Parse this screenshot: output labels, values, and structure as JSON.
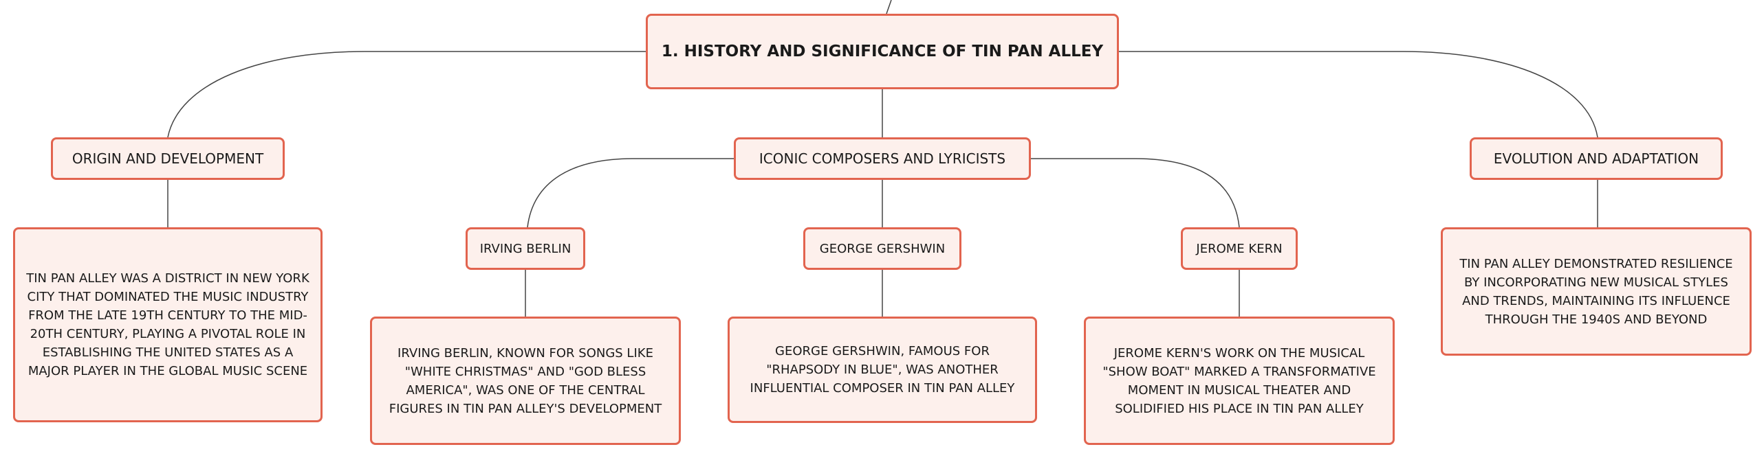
{
  "colors": {
    "border": "#e2644f",
    "fill": "#fdf0ec",
    "connector": "#444444"
  },
  "root": {
    "title": "1. HISTORY AND SIGNIFICANCE OF TIN PAN ALLEY"
  },
  "branches": {
    "origin": {
      "label": "ORIGIN AND DEVELOPMENT",
      "detail": "TIN PAN ALLEY WAS A DISTRICT IN NEW YORK CITY THAT DOMINATED THE MUSIC INDUSTRY FROM THE LATE 19TH CENTURY TO THE MID-20TH CENTURY, PLAYING A PIVOTAL ROLE IN ESTABLISHING THE UNITED STATES AS A MAJOR PLAYER IN THE GLOBAL MUSIC SCENE"
    },
    "composers": {
      "label": "ICONIC COMPOSERS AND LYRICISTS",
      "berlin": {
        "label": "IRVING BERLIN",
        "detail": "IRVING BERLIN, KNOWN FOR SONGS LIKE \"WHITE CHRISTMAS\" AND \"GOD BLESS AMERICA\", WAS ONE OF THE CENTRAL FIGURES IN TIN PAN ALLEY'S DEVELOPMENT"
      },
      "gershwin": {
        "label": "GEORGE GERSHWIN",
        "detail": "GEORGE GERSHWIN, FAMOUS FOR \"RHAPSODY IN BLUE\", WAS ANOTHER INFLUENTIAL COMPOSER IN TIN PAN ALLEY"
      },
      "kern": {
        "label": "JEROME KERN",
        "detail": "JEROME KERN'S WORK ON THE MUSICAL \"SHOW BOAT\" MARKED A TRANSFORMATIVE MOMENT IN MUSICAL THEATER AND SOLIDIFIED HIS PLACE IN TIN PAN ALLEY"
      }
    },
    "evolution": {
      "label": "EVOLUTION AND ADAPTATION",
      "detail": "TIN PAN ALLEY DEMONSTRATED RESILIENCE BY INCORPORATING NEW MUSICAL STYLES AND TRENDS, MAINTAINING ITS INFLUENCE THROUGH THE 1940S AND BEYOND"
    }
  }
}
